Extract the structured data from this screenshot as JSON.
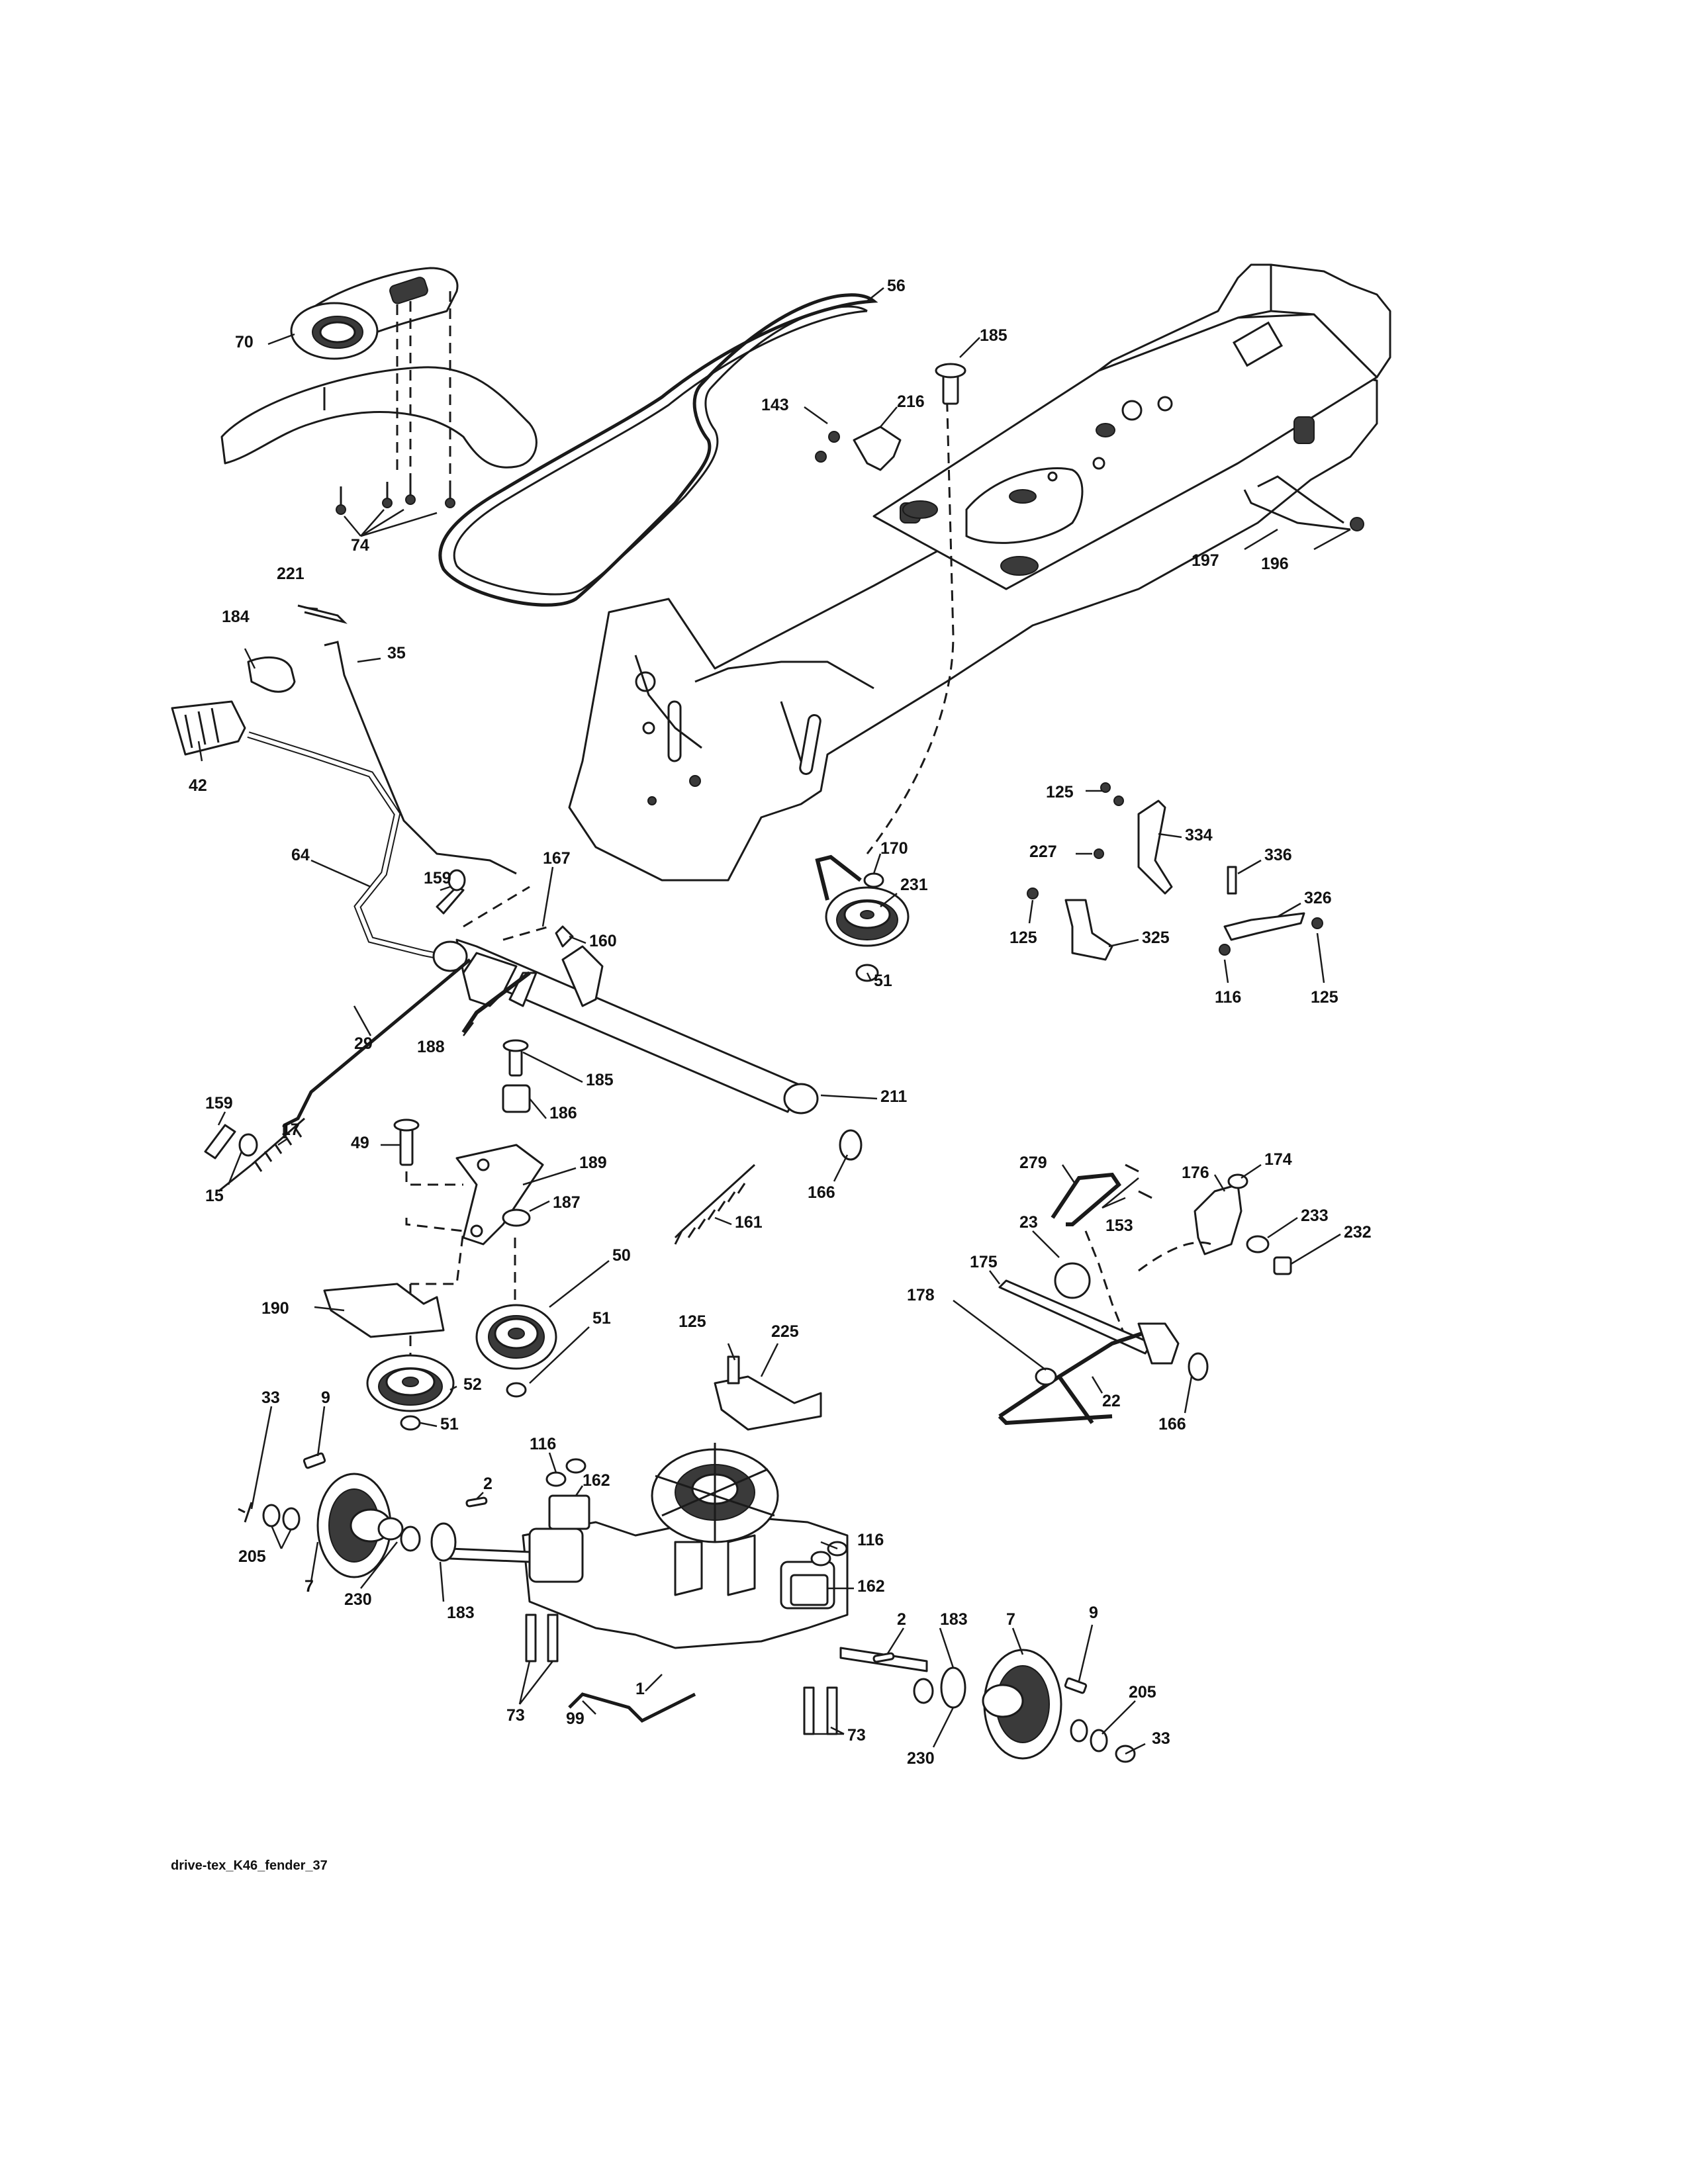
{
  "callouts": [
    {
      "id": "70",
      "label": "70"
    },
    {
      "id": "56",
      "label": "56"
    },
    {
      "id": "185a",
      "label": "185"
    },
    {
      "id": "143",
      "label": "143"
    },
    {
      "id": "216",
      "label": "216"
    },
    {
      "id": "74",
      "label": "74"
    },
    {
      "id": "197",
      "label": "197"
    },
    {
      "id": "196",
      "label": "196"
    },
    {
      "id": "221",
      "label": "221"
    },
    {
      "id": "184",
      "label": "184"
    },
    {
      "id": "35",
      "label": "35"
    },
    {
      "id": "42",
      "label": "42"
    },
    {
      "id": "64",
      "label": "64"
    },
    {
      "id": "159a",
      "label": "159"
    },
    {
      "id": "167",
      "label": "167"
    },
    {
      "id": "160",
      "label": "160"
    },
    {
      "id": "170",
      "label": "170"
    },
    {
      "id": "231",
      "label": "231"
    },
    {
      "id": "51a",
      "label": "51"
    },
    {
      "id": "125a",
      "label": "125"
    },
    {
      "id": "334",
      "label": "334"
    },
    {
      "id": "227",
      "label": "227"
    },
    {
      "id": "336",
      "label": "336"
    },
    {
      "id": "326",
      "label": "326"
    },
    {
      "id": "125b",
      "label": "125"
    },
    {
      "id": "325",
      "label": "325"
    },
    {
      "id": "116a",
      "label": "116"
    },
    {
      "id": "125c",
      "label": "125"
    },
    {
      "id": "29",
      "label": "29"
    },
    {
      "id": "188",
      "label": "188"
    },
    {
      "id": "185b",
      "label": "185"
    },
    {
      "id": "211",
      "label": "211"
    },
    {
      "id": "159b",
      "label": "159"
    },
    {
      "id": "17",
      "label": "17"
    },
    {
      "id": "186",
      "label": "186"
    },
    {
      "id": "49",
      "label": "49"
    },
    {
      "id": "189",
      "label": "189"
    },
    {
      "id": "15",
      "label": "15"
    },
    {
      "id": "166a",
      "label": "166"
    },
    {
      "id": "187",
      "label": "187"
    },
    {
      "id": "161",
      "label": "161"
    },
    {
      "id": "279",
      "label": "279"
    },
    {
      "id": "176",
      "label": "176"
    },
    {
      "id": "174",
      "label": "174"
    },
    {
      "id": "233",
      "label": "233"
    },
    {
      "id": "232",
      "label": "232"
    },
    {
      "id": "153",
      "label": "153"
    },
    {
      "id": "23",
      "label": "23"
    },
    {
      "id": "50",
      "label": "50"
    },
    {
      "id": "175",
      "label": "175"
    },
    {
      "id": "190",
      "label": "190"
    },
    {
      "id": "51b",
      "label": "51"
    },
    {
      "id": "178",
      "label": "178"
    },
    {
      "id": "125d",
      "label": "125"
    },
    {
      "id": "225",
      "label": "225"
    },
    {
      "id": "52",
      "label": "52"
    },
    {
      "id": "22",
      "label": "22"
    },
    {
      "id": "166b",
      "label": "166"
    },
    {
      "id": "51c",
      "label": "51"
    },
    {
      "id": "33a",
      "label": "33"
    },
    {
      "id": "9a",
      "label": "9"
    },
    {
      "id": "116b",
      "label": "116"
    },
    {
      "id": "162a",
      "label": "162"
    },
    {
      "id": "2a",
      "label": "2"
    },
    {
      "id": "116c",
      "label": "116"
    },
    {
      "id": "205a",
      "label": "205"
    },
    {
      "id": "7a",
      "label": "7"
    },
    {
      "id": "230a",
      "label": "230"
    },
    {
      "id": "183a",
      "label": "183"
    },
    {
      "id": "162b",
      "label": "162"
    },
    {
      "id": "9b",
      "label": "9"
    },
    {
      "id": "2b",
      "label": "2"
    },
    {
      "id": "183b",
      "label": "183"
    },
    {
      "id": "7b",
      "label": "7"
    },
    {
      "id": "205b",
      "label": "205"
    },
    {
      "id": "1",
      "label": "1"
    },
    {
      "id": "73a",
      "label": "73"
    },
    {
      "id": "99",
      "label": "99"
    },
    {
      "id": "73b",
      "label": "73"
    },
    {
      "id": "230b",
      "label": "230"
    },
    {
      "id": "33b",
      "label": "33"
    }
  ],
  "footer": {
    "drawing_id": "drive-tex_K46_fender_37"
  }
}
